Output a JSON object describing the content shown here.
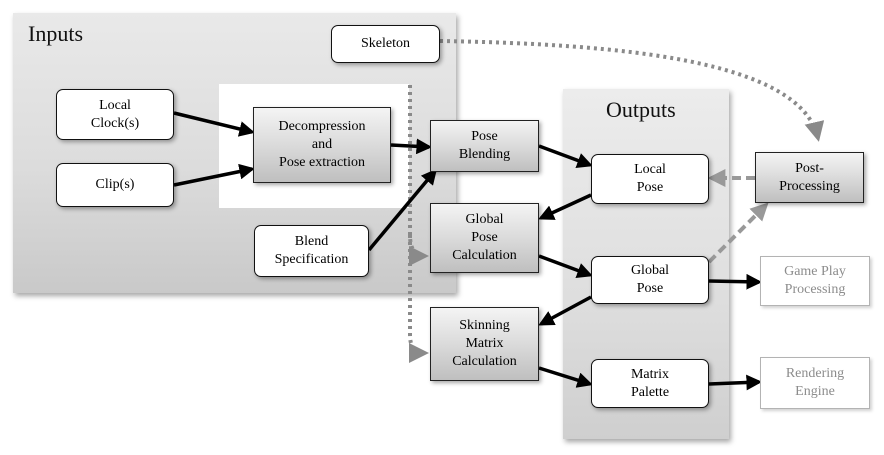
{
  "panels": {
    "inputs_title": "Inputs",
    "outputs_title": "Outputs"
  },
  "nodes": {
    "skeleton": "Skeleton",
    "local_clocks": "Local\nClock(s)",
    "clips": "Clip(s)",
    "decompression": "Decompression\nand\nPose extraction",
    "blend_spec": "Blend\nSpecification",
    "pose_blending": "Pose\nBlending",
    "global_pose_calc": "Global\nPose\nCalculation",
    "skinning_matrix_calc": "Skinning\nMatrix\nCalculation",
    "local_pose": "Local\nPose",
    "global_pose": "Global\nPose",
    "matrix_palette": "Matrix\nPalette",
    "post_processing": "Post-\nProcessing",
    "game_play_processing": "Game Play\nProcessing",
    "rendering_engine": "Rendering\nEngine"
  },
  "colors": {
    "solid_arrow": "#000000",
    "dashed_arrow": "#999999",
    "dotted_arrow": "#8a8a8a",
    "ghost_text": "#8c8c8c"
  }
}
